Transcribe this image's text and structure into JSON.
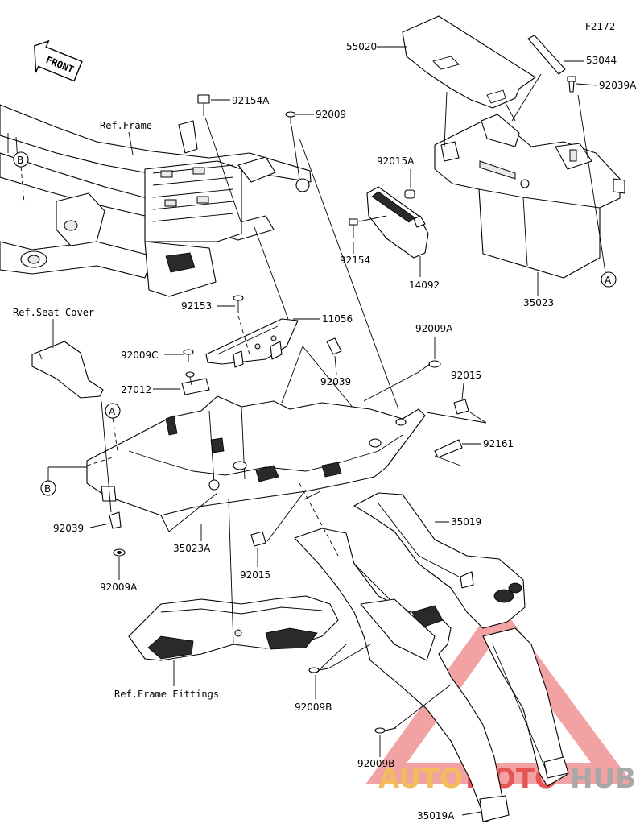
{
  "diagram_code": "F2172",
  "front_label": "FRONT",
  "watermark": {
    "text_a": "AUTO",
    "text_b": "MOTO",
    "text_c": "HUB",
    "color_a": "#f0b040",
    "color_b": "#e23838",
    "color_c": "#9a9a9a"
  },
  "refs": {
    "frame": "Ref.Frame",
    "seat_cover": "Ref.Seat Cover",
    "frame_fittings": "Ref.Frame Fittings"
  },
  "callouts": {
    "a": "A",
    "b": "B"
  },
  "parts": {
    "p55020": "55020",
    "p53044": "53044",
    "p92039A": "92039A",
    "p92154A": "92154A",
    "p92009_top": "92009",
    "p92015A": "92015A",
    "p92154": "92154",
    "p14092": "14092",
    "p35023": "35023",
    "p92153": "92153",
    "p11056": "11056",
    "p92009A_right": "92009A",
    "p92009C": "92009C",
    "p92039_mid": "92039",
    "p92015_right": "92015",
    "p27012": "27012",
    "p92161": "92161",
    "p92039_left": "92039",
    "p35023A": "35023A",
    "p92009A_left": "92009A",
    "p92015_bottom": "92015",
    "p35019": "35019",
    "p92009B_a": "92009B",
    "p92009B_b": "92009B",
    "p35019A": "35019A"
  }
}
